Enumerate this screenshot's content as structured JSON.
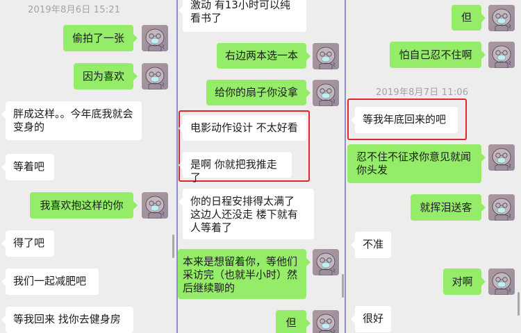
{
  "colors": {
    "background": "#ededed",
    "bubble_out": "#95ec69",
    "bubble_in": "#ffffff",
    "divider": "#8f8cc9",
    "highlight": "#e0262b",
    "timestamp": "#a3a3a3"
  },
  "columns": [
    {
      "timestamp": "2019年8月6日 15:21",
      "messages": [
        {
          "dir": "out",
          "text": "偷拍了一张"
        },
        {
          "dir": "out",
          "text": "因为喜欢"
        },
        {
          "dir": "in",
          "text": "胖成这样。。今年底我就会变身的"
        },
        {
          "dir": "in",
          "text": "等着吧"
        },
        {
          "dir": "out",
          "text": "我喜欢抱这样的你"
        },
        {
          "dir": "in",
          "text": "得了吧"
        },
        {
          "dir": "in",
          "text": "我们一起减肥吧"
        },
        {
          "dir": "in",
          "text": "等我回来 找你去健身房"
        }
      ]
    },
    {
      "messages": [
        {
          "dir": "in",
          "text": "激动 有13小时可以纯看书了"
        },
        {
          "dir": "out",
          "text": "右边两本选一本"
        },
        {
          "dir": "out",
          "text": "给你的扇子你没拿"
        },
        {
          "dir": "in",
          "text": "电影动作设计 不太好看",
          "highlighted": true
        },
        {
          "dir": "in",
          "text": "是啊 你就把我推走了",
          "highlighted": true
        },
        {
          "dir": "in",
          "text": "你的日程安排得太满了 这边人还没走 楼下就有人等着了"
        },
        {
          "dir": "out",
          "text": "本来是想留着你，等他们采访完（也就半小时）然后继续聊的"
        },
        {
          "dir": "out",
          "text": "但"
        }
      ]
    },
    {
      "timestamp": "2019年8月7日 11:06",
      "messages": [
        {
          "dir": "out",
          "text": "但"
        },
        {
          "dir": "out",
          "text": "怕自己忍不住啊"
        },
        {
          "dir": "in",
          "text": "等我年底回来的吧",
          "highlighted": true
        },
        {
          "dir": "out",
          "text": "忍不住不征求你意见就闻你头发"
        },
        {
          "dir": "out",
          "text": "就挥泪送客"
        },
        {
          "dir": "in",
          "text": "不准"
        },
        {
          "dir": "out",
          "text": "对啊"
        },
        {
          "dir": "in",
          "text": "很好"
        }
      ]
    }
  ]
}
